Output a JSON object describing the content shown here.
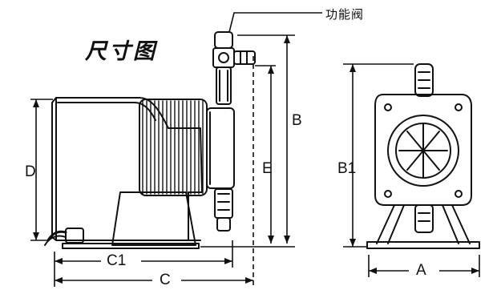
{
  "title": "尺寸图",
  "callout": {
    "valve_label": "功能阀"
  },
  "dimensions": {
    "b": "B",
    "e": "E",
    "d": "D",
    "b1": "B1",
    "c1": "C1",
    "c": "C",
    "a": "A"
  }
}
